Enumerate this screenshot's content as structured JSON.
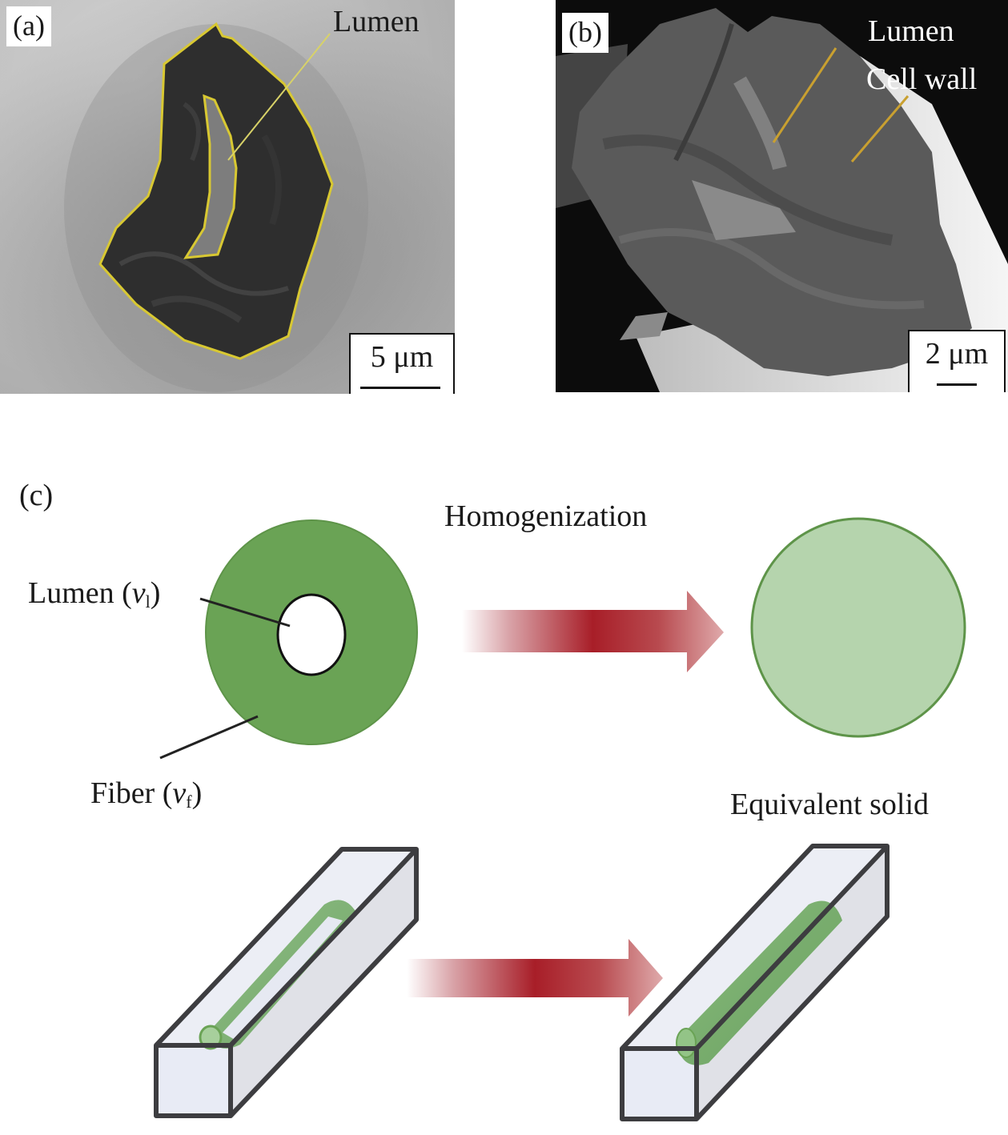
{
  "panels": {
    "a": {
      "label": "(a)",
      "annotation": "Lumen",
      "scale_bar": "5 μm",
      "outline_color": "#d8c832"
    },
    "b": {
      "label": "(b)",
      "annotations": [
        "Lumen",
        "Cell wall"
      ],
      "scale_bar": "2 μm",
      "leader_color": "#c9a030"
    },
    "c": {
      "label": "(c)",
      "process_label": "Homogenization",
      "lumen_label": "Lumen (",
      "lumen_var": "v",
      "lumen_sub": "l",
      "fiber_label": "Fiber (",
      "fiber_var": "v",
      "fiber_sub": "f",
      "close_paren": ")",
      "result_label": "Equivalent solid",
      "fiber_color": "#6aa355",
      "solid_color": "#b5d4ad",
      "arrow_color": "#a81e28"
    }
  }
}
